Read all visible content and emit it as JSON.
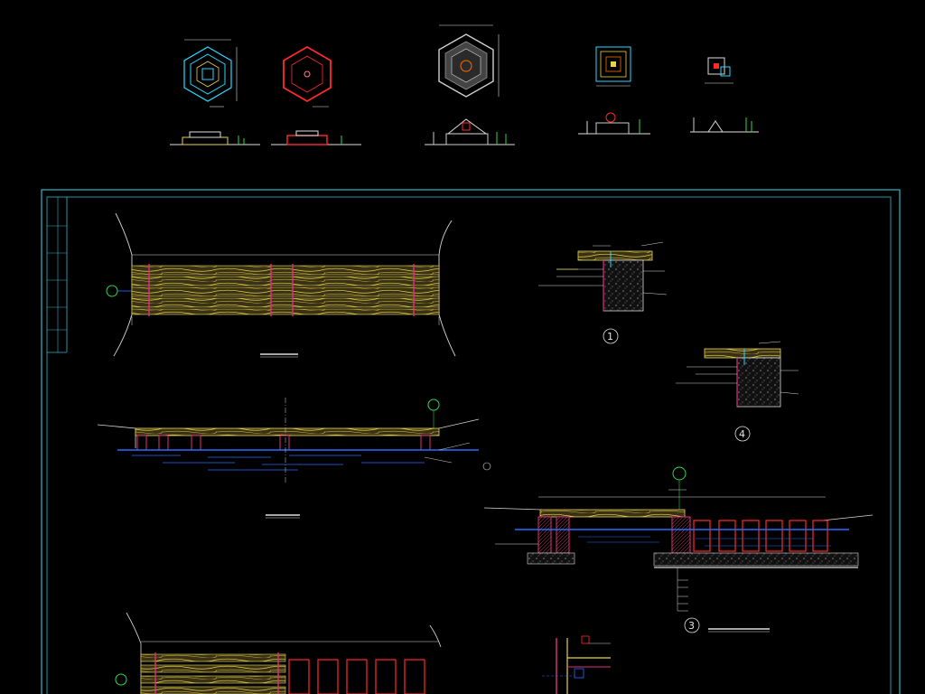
{
  "detail_numbers": [
    "1",
    "4",
    "3"
  ],
  "colors": {
    "background": "#000000",
    "frame": "#2fb8c8",
    "deck": "#e8d24a",
    "post": "#e0307a",
    "water": "#2a6cff",
    "hatch": "#c9c9c9",
    "ground": "#dcdcdc",
    "pavilion_red": "#ff2a2a",
    "pavilion_cyan": "#29d9ff"
  }
}
